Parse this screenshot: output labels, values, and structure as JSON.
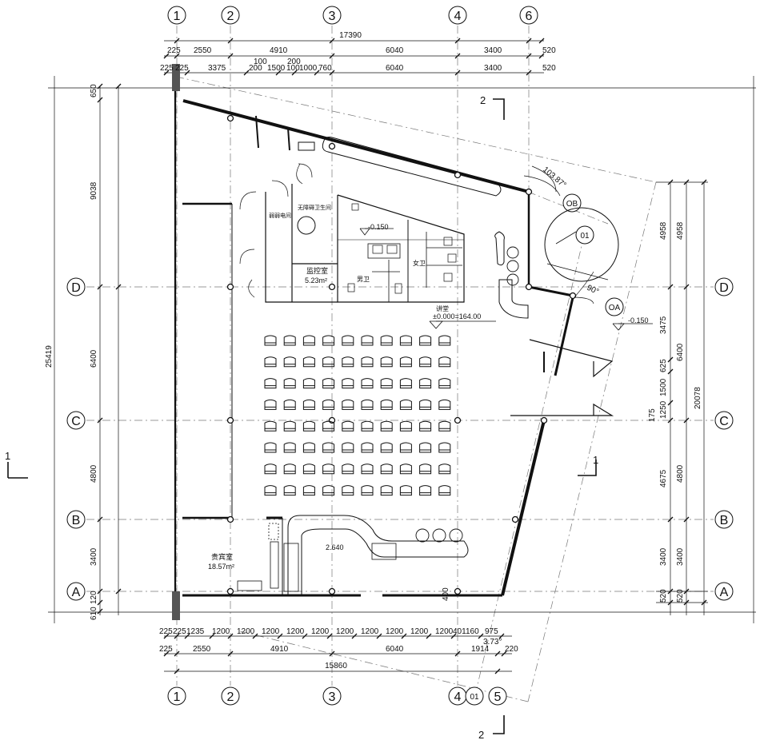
{
  "grid_vertical": [
    "1",
    "2",
    "3",
    "4",
    "6"
  ],
  "grid_vertical_bottom": [
    "1",
    "2",
    "3",
    "4",
    "5"
  ],
  "grid_horizontal": [
    "D",
    "C",
    "B",
    "A"
  ],
  "grid_aux": {
    "ob": "OB",
    "oa": "OA",
    "o1": "01"
  },
  "sections": {
    "s2": "2",
    "s1": "1"
  },
  "dims_top": {
    "total": "17390",
    "row1": [
      "225",
      "2550",
      "4910",
      "6040",
      "3400",
      "520"
    ],
    "row2_small_a": "100",
    "row2_small_b": "200",
    "row2": [
      "225",
      "225",
      "3375",
      "200",
      "1500",
      "100",
      "1000",
      "760",
      "6040",
      "3400",
      "520"
    ]
  },
  "dims_bottom": {
    "row1": [
      "225",
      "225",
      "1235",
      "1200",
      "1200",
      "1200",
      "1200",
      "1200",
      "1200",
      "1200",
      "1200",
      "1200",
      "1200",
      "401160",
      "975"
    ],
    "row2": [
      "225",
      "2550",
      "4910",
      "6040",
      "1914",
      "220"
    ],
    "angle": "3.73°",
    "total": "15860"
  },
  "dims_left": [
    "650",
    "9038",
    "25419",
    "6400",
    "4800",
    "3400",
    "120",
    "610",
    "400"
  ],
  "dims_right": [
    "4958",
    "4958",
    "3475",
    "6400",
    "625",
    "1500",
    "1250",
    "175",
    "20078",
    "4675",
    "4800",
    "3400",
    "3400",
    "520",
    "520"
  ],
  "angles": {
    "a1": "103.87°",
    "a2": "90°"
  },
  "rooms": {
    "accessible_wc": "无障碍卫生间",
    "electric": "弱弱电间",
    "office": "监控室",
    "office_area": "5.23m²",
    "male": "男卫",
    "female": "女卫",
    "hall": "讲堂",
    "hall_level": "±0.000=164.00",
    "vip": "贵宾室",
    "vip_area": "18.57m²",
    "level_wc": "-0.150",
    "level_out": "-0.150",
    "level_bar": "2.640"
  }
}
